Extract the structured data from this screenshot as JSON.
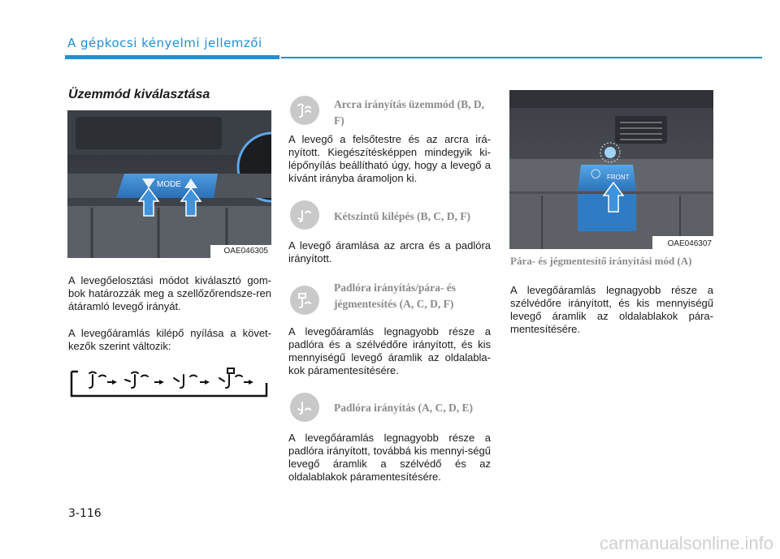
{
  "header": {
    "section_title": "A gépkocsi kényelmi jellemzői"
  },
  "left": {
    "heading": "Üzemmód kiválasztása",
    "image_code": "OAE046305",
    "mode_button_label": "MODE",
    "para1": "A levegőelosztási módot kiválasztó gom-bok határozzák meg a szellőzőrendsze-ren átáramló levegő irányát.",
    "para2": "A levegőáramlás kilépő nyílása a követ-kezők szerint változik:"
  },
  "middle": {
    "items": [
      {
        "title": "Arcra irányítás üzemmód (B, D, F)",
        "text": "A levegő a felsőtestre és az arcra irá-nyított. Kiegészítésképpen mindegyik ki-lépőnyílás beállítható úgy, hogy a levegő a kívánt irányba áramoljon ki.",
        "icon": "face-airflow-icon"
      },
      {
        "title": "Kétszintű kilépés (B, C, D, F)",
        "text": "A levegő áramlása az arcra és a padlóra irányított.",
        "icon": "bilevel-airflow-icon"
      },
      {
        "title": "Padlóra irányítás/pára- és jégmentesítés (A, C, D, F)",
        "text": "A levegőáramlás legnagyobb része a padlóra és a szélvédőre irányított, és kis mennyiségű levegő áramlik az oldalabla-kok páramentesítésére.",
        "icon": "floor-defrost-airflow-icon"
      },
      {
        "title": "Padlóra irányítás (A, C, D, E)",
        "text": "A levegőáramlás legnagyobb része a padlóra irányított, továbbá kis mennyi-ségű levegő áramlik a szélvédő és az oldalablakok páramentesítésére.",
        "icon": "floor-airflow-icon"
      }
    ]
  },
  "right": {
    "image_code": "OAE046307",
    "front_button_label": "FRONT",
    "title": "Pára- és jégmentesítő irányítási mód (A)",
    "text": "A levegőáramlás legnagyobb része a szélvédőre irányított, és kis mennyiségű levegő áramlik az oldalablakok pára-mentesítésére."
  },
  "footer": {
    "page_number": "3-116",
    "watermark": "carmanualsonline.info"
  },
  "colors": {
    "accent": "#1f8fd6",
    "mode_button": "#2f7fc4",
    "panel_dark": "#3a3d42"
  }
}
